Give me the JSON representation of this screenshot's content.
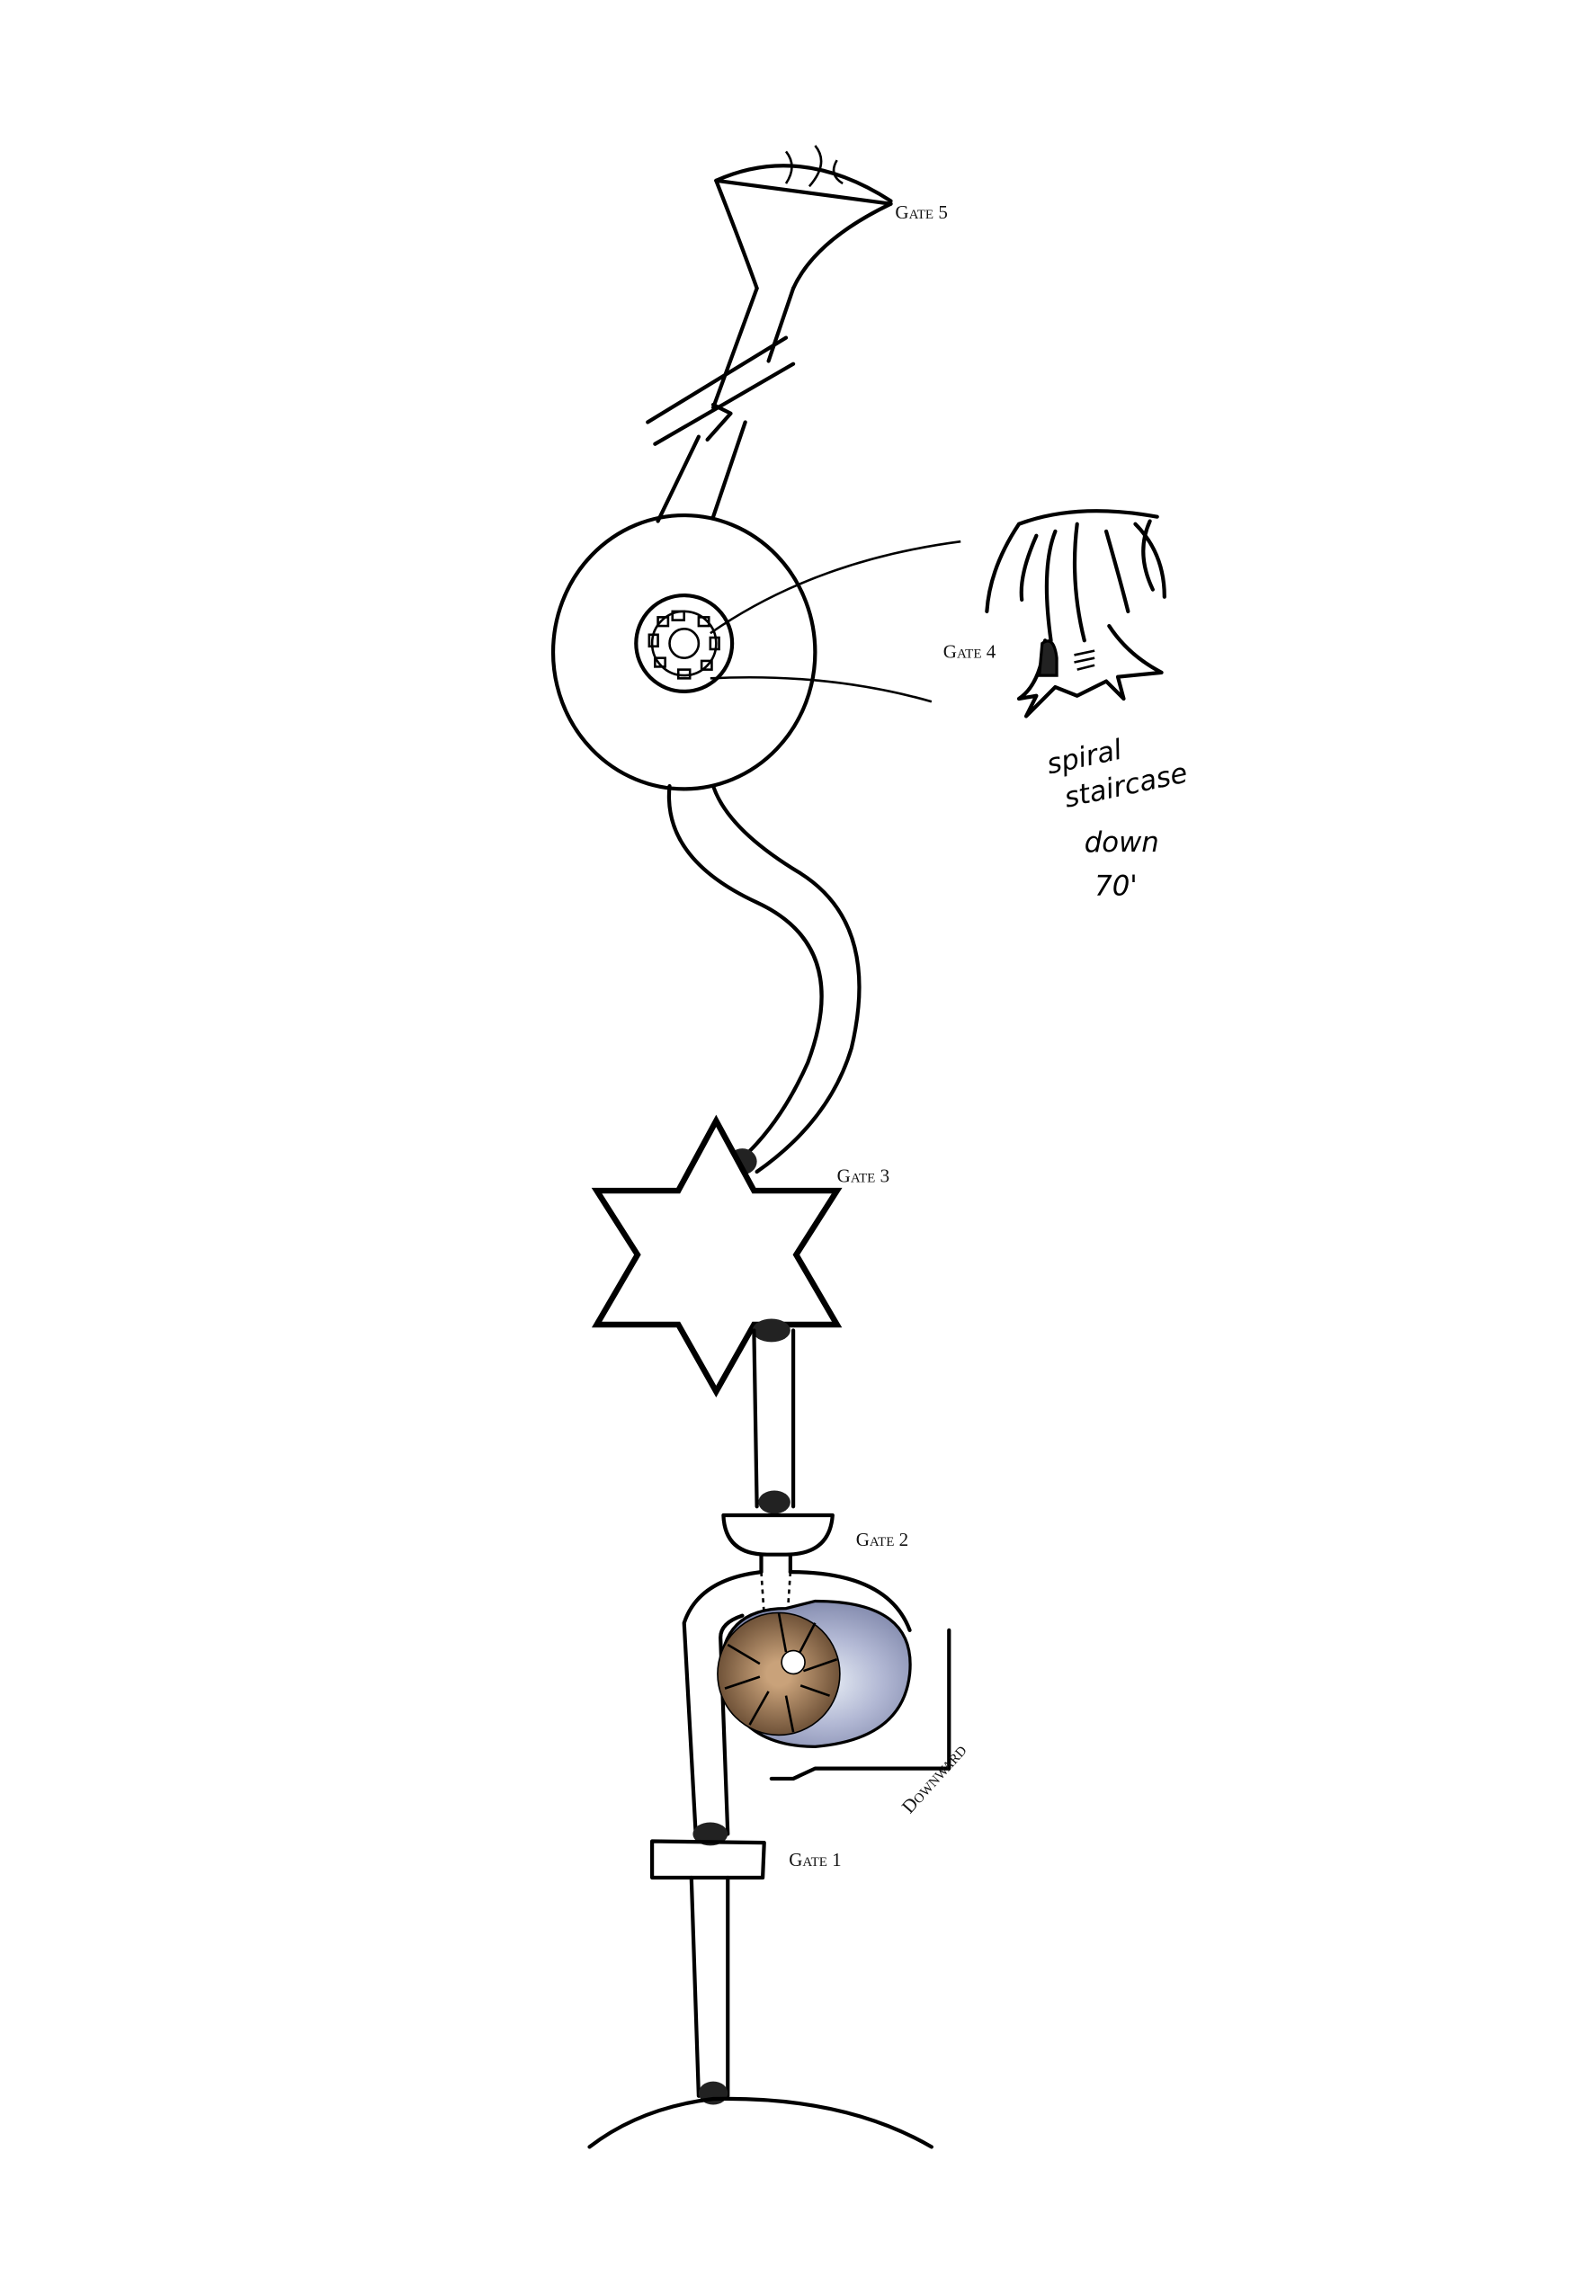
{
  "map": {
    "gates": [
      {
        "id": "gate-5",
        "label": "Gate 5"
      },
      {
        "id": "gate-4",
        "label": "Gate 4"
      },
      {
        "id": "gate-3",
        "label": "Gate 3"
      },
      {
        "id": "gate-2",
        "label": "Gate 2"
      },
      {
        "id": "gate-1",
        "label": "Gate 1"
      }
    ],
    "notes": {
      "downward": "Downward",
      "staircase_line1": "spiral",
      "staircase_line2": "staircase",
      "staircase_line3": "down",
      "staircase_line4": "70'"
    },
    "colors": {
      "ink": "#000000",
      "shell_outer": "#9aa3c4",
      "shell_inner": "#8a6a4a",
      "door": "#333333"
    }
  }
}
